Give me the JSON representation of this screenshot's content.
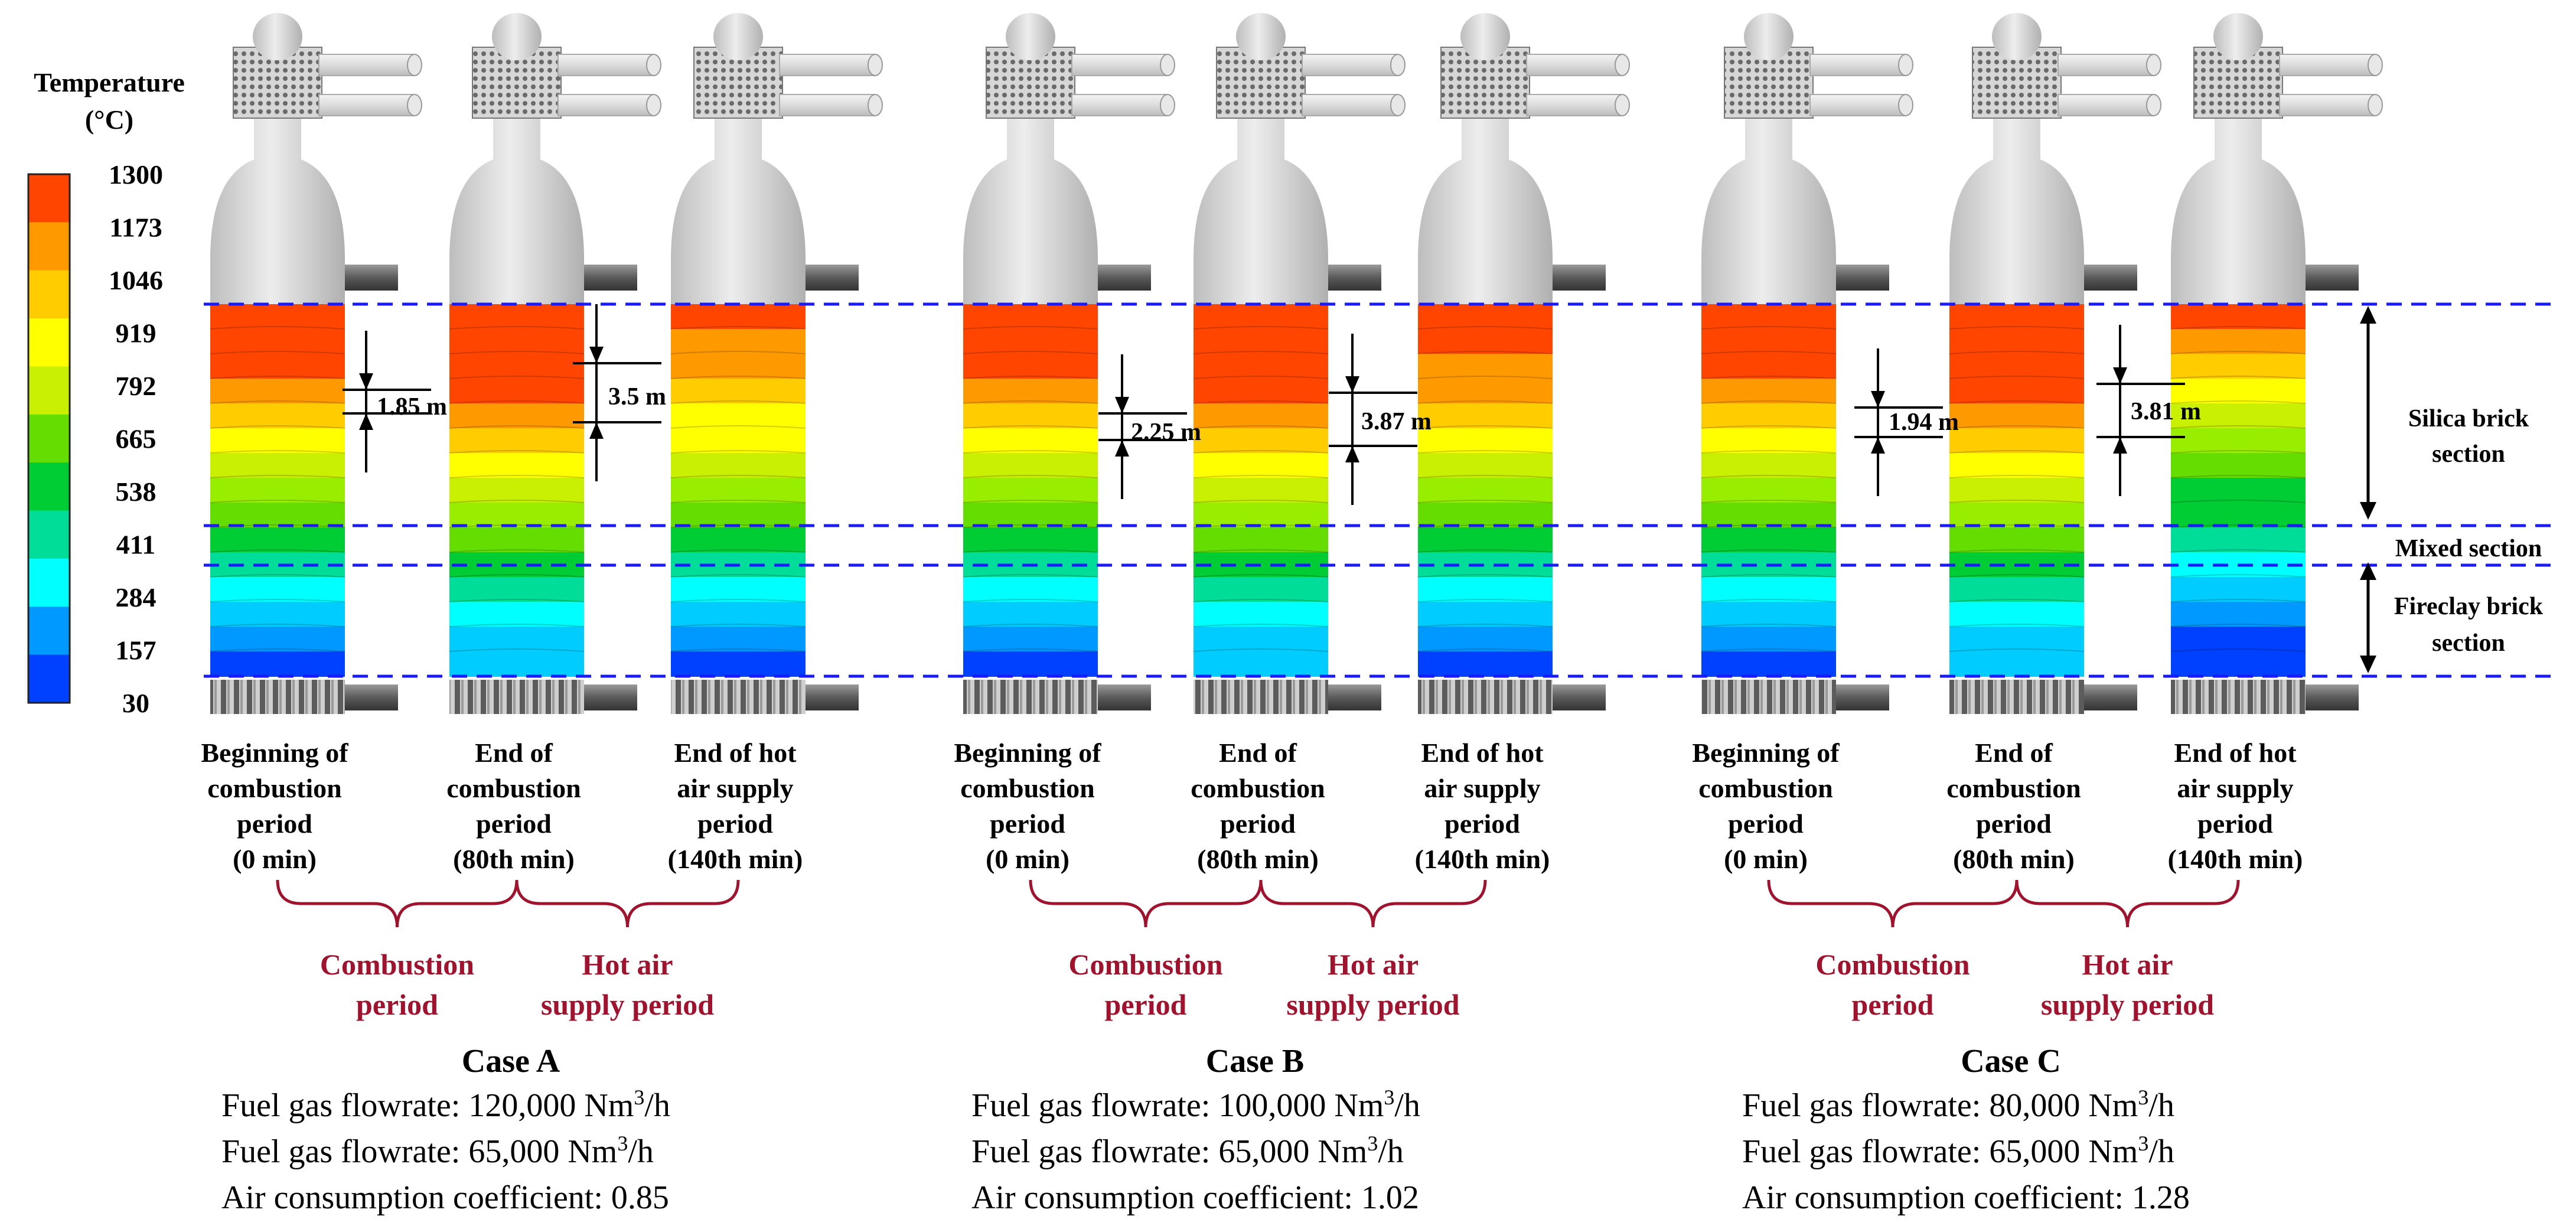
{
  "legend": {
    "title_line1": "Temperature",
    "title_line2": "(°C)",
    "ticks": [
      "1300",
      "1173",
      "1046",
      "919",
      "792",
      "665",
      "538",
      "411",
      "284",
      "157",
      "30"
    ],
    "colors": [
      "#ff4500",
      "#ff9900",
      "#ffcc00",
      "#ffff00",
      "#c8f000",
      "#66dd00",
      "#00cc33",
      "#00dd99",
      "#00ffff",
      "#0099ff",
      "#0040ff"
    ]
  },
  "zones": {
    "silica_line1": "Silica brick",
    "silica_line2": "section",
    "mixed": "Mixed section",
    "fireclay_line1": "Fireclay brick",
    "fireclay_line2": "section"
  },
  "cases": [
    {
      "title": "Case A",
      "fuel_line": "Fuel gas flowrate: 120,000 Nm",
      "air_line": "Fuel gas flowrate: 65,000 Nm",
      "unit_sup": "3",
      "unit_tail": "/h",
      "coefficient": "Air consumption coefficient: 0.85",
      "measurements": [
        "1.85 m",
        "3.5 m"
      ],
      "stoves": [
        {
          "label": [
            "Beginning of",
            "combustion",
            "period",
            "(0 min)"
          ]
        },
        {
          "label": [
            "End of",
            "combustion",
            "period",
            "(80th min)"
          ]
        },
        {
          "label": [
            "End of hot",
            "air supply",
            "period",
            "(140th min)"
          ]
        }
      ],
      "phases": {
        "combustion": [
          "Combustion",
          "period"
        ],
        "hot_air": [
          "Hot air",
          "supply period"
        ]
      }
    },
    {
      "title": "Case B",
      "fuel_line": "Fuel gas flowrate: 100,000 Nm",
      "air_line": "Fuel gas flowrate: 65,000 Nm",
      "unit_sup": "3",
      "unit_tail": "/h",
      "coefficient": "Air consumption coefficient: 1.02",
      "measurements": [
        "2.25 m",
        "3.87 m"
      ],
      "stoves": [
        {
          "label": [
            "Beginning of",
            "combustion",
            "period",
            "(0 min)"
          ]
        },
        {
          "label": [
            "End of",
            "combustion",
            "period",
            "(80th min)"
          ]
        },
        {
          "label": [
            "End of hot",
            "air supply",
            "period",
            "(140th min)"
          ]
        }
      ],
      "phases": {
        "combustion": [
          "Combustion",
          "period"
        ],
        "hot_air": [
          "Hot air",
          "supply period"
        ]
      }
    },
    {
      "title": "Case C",
      "fuel_line": "Fuel gas flowrate: 80,000 Nm",
      "air_line": "Fuel gas flowrate: 65,000 Nm",
      "unit_sup": "3",
      "unit_tail": "/h",
      "coefficient": "Air consumption coefficient: 1.28",
      "measurements": [
        "1.94 m",
        "3.81 m"
      ],
      "stoves": [
        {
          "label": [
            "Beginning of",
            "combustion",
            "period",
            "(0 min)"
          ]
        },
        {
          "label": [
            "End of",
            "combustion",
            "period",
            "(80th min)"
          ]
        },
        {
          "label": [
            "End of hot",
            "air supply",
            "period",
            "(140th min)"
          ]
        }
      ],
      "phases": {
        "combustion": [
          "Combustion",
          "period"
        ],
        "hot_air": [
          "Hot air",
          "supply period"
        ]
      }
    }
  ],
  "stove_bands": [
    [
      "#ff4500",
      "#ff4500",
      "#ff4500",
      "#ff9900",
      "#ffcc00",
      "#ffff00",
      "#c8f000",
      "#99ee00",
      "#66dd00",
      "#00cc33",
      "#00dd99",
      "#00ffff",
      "#00ccff",
      "#0099ff",
      "#0040ff"
    ],
    [
      "#ff4500",
      "#ff4500",
      "#ff4500",
      "#ff4500",
      "#ff9900",
      "#ffcc00",
      "#ffff00",
      "#c8f000",
      "#99ee00",
      "#66dd00",
      "#00cc33",
      "#00dd99",
      "#00ffff",
      "#00ccff",
      "#00ccff"
    ],
    [
      "#ff4500",
      "#ff9900",
      "#ff9900",
      "#ffcc00",
      "#ffff00",
      "#ffff00",
      "#c8f000",
      "#99ee00",
      "#66dd00",
      "#00cc33",
      "#00dd99",
      "#00ffff",
      "#00ccff",
      "#0099ff",
      "#0040ff"
    ],
    [
      "#ff4500",
      "#ff4500",
      "#ff4500",
      "#ff9900",
      "#ffcc00",
      "#ffff00",
      "#c8f000",
      "#99ee00",
      "#66dd00",
      "#00cc33",
      "#00dd99",
      "#00ffff",
      "#00ccff",
      "#0099ff",
      "#0040ff"
    ],
    [
      "#ff4500",
      "#ff4500",
      "#ff4500",
      "#ff4500",
      "#ff9900",
      "#ffcc00",
      "#ffff00",
      "#c8f000",
      "#99ee00",
      "#66dd00",
      "#00cc33",
      "#00dd99",
      "#00ffff",
      "#00ccff",
      "#00ccff"
    ],
    [
      "#ff4500",
      "#ff4500",
      "#ff9900",
      "#ff9900",
      "#ffcc00",
      "#ffff00",
      "#c8f000",
      "#99ee00",
      "#66dd00",
      "#00cc33",
      "#00dd99",
      "#00ffff",
      "#00ccff",
      "#0099ff",
      "#0040ff"
    ],
    [
      "#ff4500",
      "#ff4500",
      "#ff4500",
      "#ff9900",
      "#ffcc00",
      "#ffff00",
      "#c8f000",
      "#99ee00",
      "#66dd00",
      "#00cc33",
      "#00dd99",
      "#00ffff",
      "#00ccff",
      "#0099ff",
      "#0040ff"
    ],
    [
      "#ff4500",
      "#ff4500",
      "#ff4500",
      "#ff4500",
      "#ff9900",
      "#ffcc00",
      "#ffff00",
      "#c8f000",
      "#99ee00",
      "#66dd00",
      "#00cc33",
      "#00dd99",
      "#00ffff",
      "#00ccff",
      "#00ccff"
    ],
    [
      "#ff4500",
      "#ff9900",
      "#ffcc00",
      "#ffff00",
      "#c8f000",
      "#99ee00",
      "#66dd00",
      "#00cc33",
      "#00cc33",
      "#00dd99",
      "#00ffff",
      "#00ccff",
      "#0099ff",
      "#0040ff",
      "#0040ff"
    ]
  ],
  "dash_color": "#1a1aff",
  "phase_color": "#a0132e"
}
